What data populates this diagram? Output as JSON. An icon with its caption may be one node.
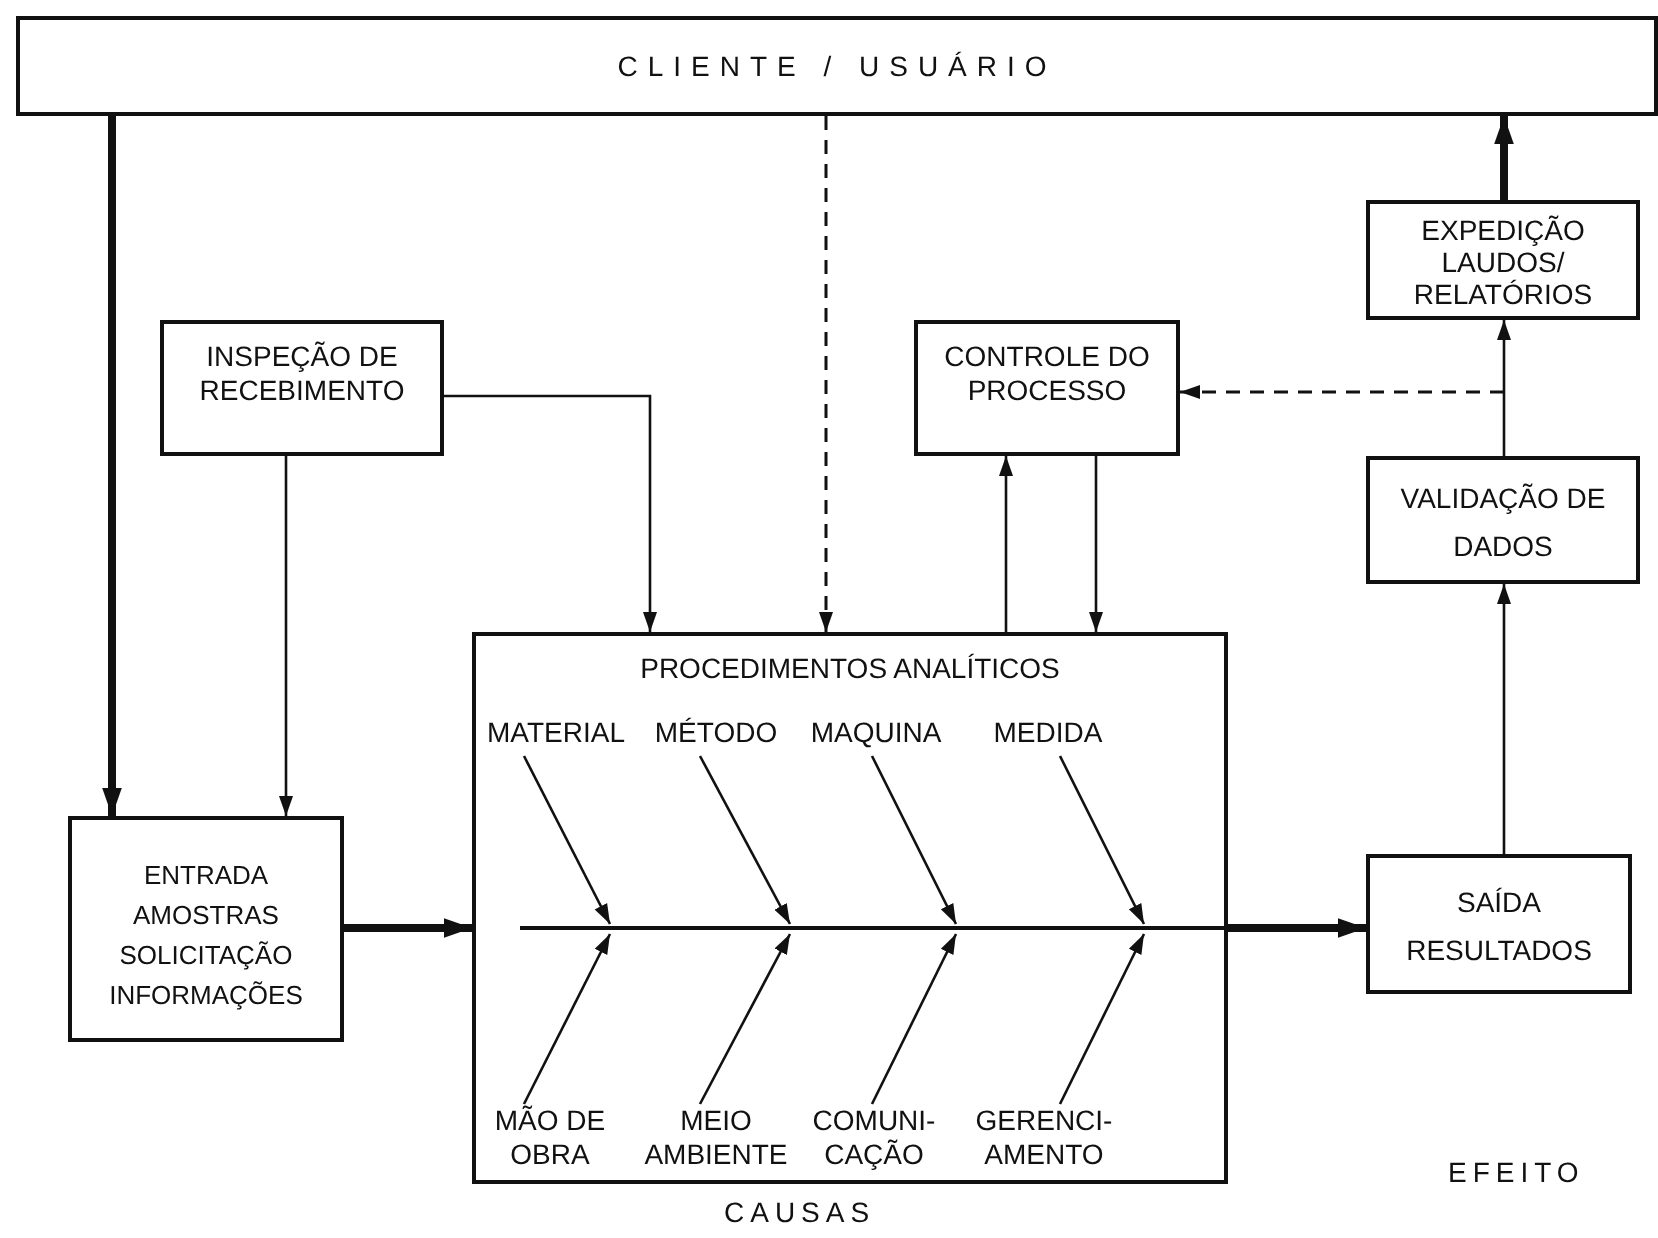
{
  "diagram": {
    "nodes": [
      {
        "text": [
          "CLIENTE / USUÁRIO"
        ]
      },
      {
        "text": [
          "INSPEÇÃO DE RECEBIMENTO"
        ]
      },
      {
        "text": [
          "CONTROLE DO PROCESSO"
        ]
      },
      {
        "text": [
          "EXPEDIÇÃO LAUDOS/ RELATÓRIOS"
        ]
      },
      {
        "text": [
          "VALIDAÇÃO DE DADOS"
        ]
      },
      {
        "text": [
          "PROCEDIMENTOS ANALÍTICOS"
        ]
      },
      {
        "text": [
          "ENTRADA AMOSTRAS SOLICITAÇÃO INFORMAÇÕES"
        ]
      },
      {
        "text": [
          "SAÍDA RESULTADOS"
        ]
      },
      {
        "text": [
          "MATERIAL"
        ],
        "in": 5
      },
      {
        "text": [
          "MÉTODO"
        ],
        "in": 5
      },
      {
        "text": [
          "MAQUINA"
        ],
        "in": 5
      },
      {
        "text": [
          "MEDIDA"
        ],
        "in": 5
      },
      {
        "text": [
          "MÃO DE OBRA"
        ],
        "in": 5
      },
      {
        "text": [
          "MEIO AMBIENTE"
        ],
        "in": 5
      },
      {
        "text": [
          "COMUNI- CAÇÃO"
        ],
        "in": 5
      },
      {
        "text": [
          "GERENCI- AMENTO"
        ],
        "in": 5
      }
    ],
    "edges": [
      {
        "from": 0,
        "to": 6,
        "arrow": "to",
        "style": "thick"
      },
      {
        "from": 0,
        "to": 5,
        "arrow": "to",
        "style": "dashed"
      },
      {
        "from": 1,
        "to": 5,
        "arrow": "to"
      },
      {
        "from": 1,
        "to": 6,
        "arrow": "to"
      },
      {
        "from": 5,
        "to": 2,
        "arrow": "to"
      },
      {
        "from": 2,
        "to": 5,
        "arrow": "to"
      },
      {
        "from": 6,
        "to": 5,
        "arrow": "to",
        "style": "thick"
      },
      {
        "from": 5,
        "to": 7,
        "arrow": "to",
        "style": "thick"
      },
      {
        "from": 7,
        "to": 4,
        "arrow": "to"
      },
      {
        "from": 4,
        "to": 3,
        "arrow": "to"
      },
      {
        "from": 3,
        "to": 0,
        "arrow": "to",
        "style": "thick"
      },
      {
        "from": null,
        "to": 2,
        "arrow": "to",
        "style": "dashed"
      },
      {
        "from": 8,
        "to": null,
        "arrow": "to"
      },
      {
        "from": 9,
        "to": null,
        "arrow": "to"
      },
      {
        "from": 10,
        "to": null,
        "arrow": "to"
      },
      {
        "from": 11,
        "to": null,
        "arrow": "to"
      },
      {
        "from": 12,
        "to": null,
        "arrow": "to"
      },
      {
        "from": 13,
        "to": null,
        "arrow": "to"
      },
      {
        "from": 14,
        "to": null,
        "arrow": "to"
      },
      {
        "from": 15,
        "to": null,
        "arrow": "to"
      }
    ],
    "labels": [
      "CAUSAS",
      "EFEITO"
    ]
  }
}
